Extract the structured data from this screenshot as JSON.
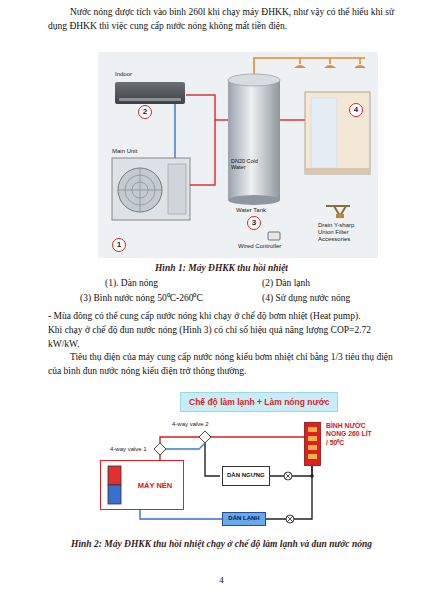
{
  "diagram": {
    "nodes": [
      {
        "text": [
          "Chế độ làm lạnh + Làm nóng nước"
        ]
      },
      {
        "text": [
          "MÁY NÉN"
        ]
      },
      {
        "text": [
          "DÀN NGƯNG"
        ]
      },
      {
        "text": [
          "BÌNH NƯỚC NONG 260 LÍT / 50⁰C"
        ]
      },
      {
        "text": [
          "DÀN LẠNH"
        ]
      }
    ],
    "edges": [
      {
        "from": 1,
        "to": 3,
        "arrow": "none"
      },
      {
        "from": 3,
        "to": 4,
        "arrow": "none"
      },
      {
        "from": 4,
        "to": 1,
        "arrow": "none"
      },
      {
        "from": 2,
        "to": 3,
        "arrow": "none"
      }
    ],
    "labels": [
      "Nước nóng được tích vào bình 260l khi chạy máy ĐHKK, như vậy có thể hiểu khi sử dụng ĐHKK thì việc cung cấp nước nóng không mất tiền điện.",
      "Indoor",
      "Main Unit",
      "DN20 Cold Water",
      "Water Tank",
      "Wired Controller",
      "Drain Y-sharp Union Filter Accessories",
      "1",
      "2",
      "3",
      "4",
      "Hình 1: Máy ĐHKK thu hồi nhiệt",
      "(1). Dàn nóng",
      "(2) Dàn lạnh",
      "(3) Bình nước nóng 50⁰C-260⁰C",
      "(4) Sử dụng nước nóng",
      "- Mùa đông có thể cung cấp nước nóng khi chạy ở chế độ bơm nhiệt (Heat pump).",
      "Khi chạy ở chế độ đun nước nóng (Hình 3) có chỉ số hiệu quả năng lượng COP=2.72 kW/kW.",
      "Tiêu thụ điện của máy cung cấp nước nóng kiểu bơm nhiệt chỉ bằng 1/3 tiêu thụ điện của bình đun nước nóng kiểu điện trở thông thường.",
      "4-way valve 2",
      "4-way valve 1",
      "Hình 2: Máy ĐHKK thu hồi nhiệt chạy ở chế độ làm lạnh và đun nước nóng",
      "4"
    ]
  }
}
